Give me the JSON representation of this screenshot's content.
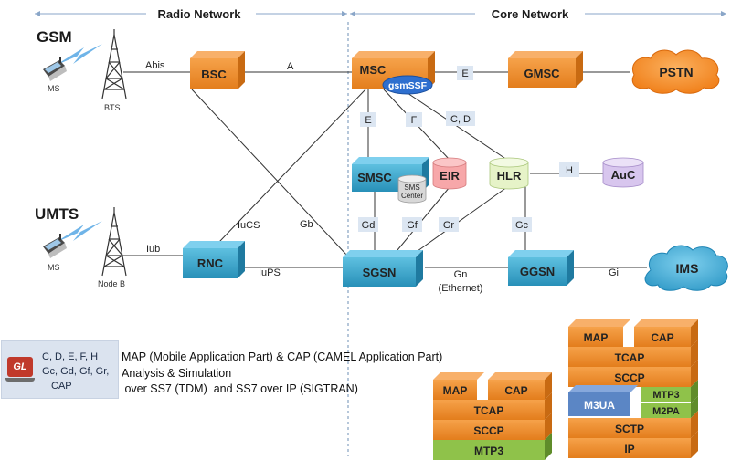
{
  "regions": {
    "radio": "Radio Network",
    "core": "Core Network"
  },
  "technologies": {
    "gsm": "GSM",
    "umts": "UMTS"
  },
  "devices": {
    "ms_gsm": "MS",
    "bts": "BTS",
    "ms_umts": "MS",
    "nodeb": "Node B"
  },
  "nodes": {
    "bsc": "BSC",
    "msc": "MSC",
    "gmsc": "GMSC",
    "pstn": "PSTN",
    "gsmssf": "gsmSSF",
    "smsc": "SMSC",
    "sms_center_1": "SMS",
    "sms_center_2": "Center",
    "eir": "EIR",
    "hlr": "HLR",
    "auc": "AuC",
    "rnc": "RNC",
    "sgsn": "SGSN",
    "ggsn": "GGSN",
    "ims": "IMS"
  },
  "interfaces": {
    "abis": "Abis",
    "a": "A",
    "e_top": "E",
    "e_left": "E",
    "f": "F",
    "cd": "C, D",
    "h": "H",
    "iucs": "IuCS",
    "gb": "Gb",
    "gd": "Gd",
    "gf": "Gf",
    "gr": "Gr",
    "gc": "Gc",
    "iub": "Iub",
    "iups": "IuPS",
    "gn": "Gn",
    "ethernet": "(Ethernet)",
    "gi": "Gi"
  },
  "legend": {
    "logo": "GL",
    "line1": "C, D, E, F, H",
    "line2": "Gc, Gd, Gf, Gr,",
    "line3": "CAP"
  },
  "description": {
    "line1": "MAP (Mobile Application Part) & CAP (CAMEL Application Part)",
    "line2": "Analysis & Simulation",
    "line3": " over SS7 (TDM)  and SS7 over IP (SIGTRAN)"
  },
  "stack_tdm": {
    "map": "MAP",
    "cap": "CAP",
    "tcap": "TCAP",
    "sccp": "SCCP",
    "mtp3": "MTP3"
  },
  "stack_ip": {
    "map": "MAP",
    "cap": "CAP",
    "tcap": "TCAP",
    "sccp": "SCCP",
    "m3ua": "M3UA",
    "mtp3": "MTP3",
    "m2pa": "M2PA",
    "sctp": "SCTP",
    "ip": "IP"
  },
  "colors": {
    "orange_box": "#f0922f",
    "blue_box": "#3fa6c8",
    "pstn_cloud": "#f5861f",
    "ims_cloud": "#45b0d8",
    "gsmssf": "#2e6fcf",
    "eir": "#f7a7a9",
    "hlr": "#e6f3c8",
    "auc": "#d8c6ee",
    "green_layer": "#8fc24a",
    "m3ua": "#5b86c5",
    "iface_label_bg": "#dce6f2"
  }
}
